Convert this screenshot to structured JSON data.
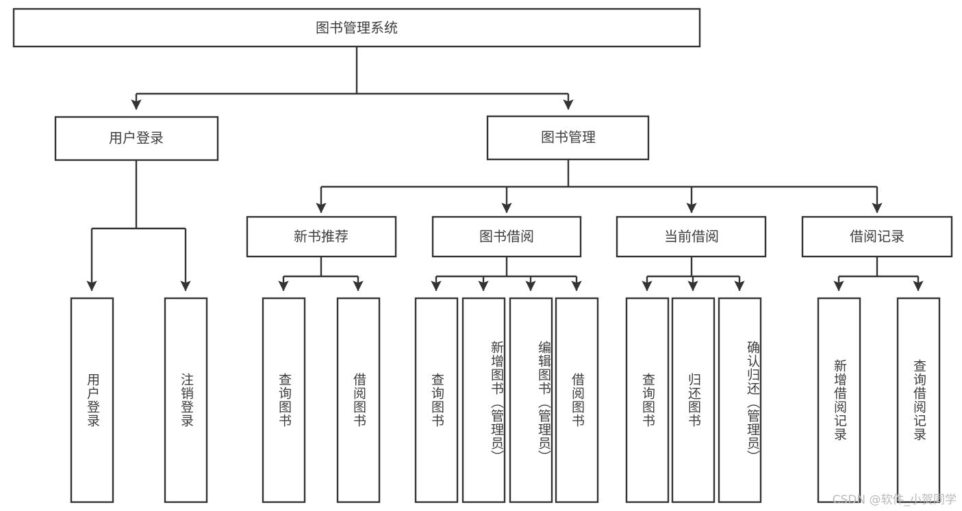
{
  "diagram": {
    "type": "tree-hierarchy",
    "title": "图书管理系统",
    "watermark": "CSDN @软件_小贺同学",
    "colors": {
      "box_stroke": "#333333",
      "box_fill": "#ffffff",
      "text": "#3d3d3d",
      "connector": "#333333",
      "watermark": "#b9b9b9",
      "background": "#ffffff"
    },
    "root": {
      "id": "root",
      "label": "图书管理系统",
      "level": 0
    },
    "level1": [
      {
        "id": "user-login",
        "label": "用户登录",
        "level": 1
      },
      {
        "id": "book-manage",
        "label": "图书管理",
        "level": 1
      }
    ],
    "level2": [
      {
        "id": "new-book-recommend",
        "label": "新书推荐",
        "level": 2,
        "parent": "book-manage"
      },
      {
        "id": "book-borrow",
        "label": "图书借阅",
        "level": 2,
        "parent": "book-manage"
      },
      {
        "id": "current-borrow",
        "label": "当前借阅",
        "level": 2,
        "parent": "book-manage"
      },
      {
        "id": "borrow-record",
        "label": "借阅记录",
        "level": 2,
        "parent": "book-manage"
      }
    ],
    "leaves": [
      {
        "id": "leaf-user-login",
        "label": "用户登录",
        "parent": "user-login"
      },
      {
        "id": "leaf-logout-login",
        "label": "注销登录",
        "parent": "user-login"
      },
      {
        "id": "leaf-query-book-1",
        "label": "查询图书",
        "parent": "new-book-recommend"
      },
      {
        "id": "leaf-borrow-book-1",
        "label": "借阅图书",
        "parent": "new-book-recommend"
      },
      {
        "id": "leaf-query-book-2",
        "label": "查询图书",
        "parent": "book-borrow"
      },
      {
        "id": "leaf-add-book",
        "label": "新增图书（管理员）",
        "parent": "book-borrow"
      },
      {
        "id": "leaf-edit-book",
        "label": "编辑图书（管理员）",
        "parent": "book-borrow"
      },
      {
        "id": "leaf-borrow-book-2",
        "label": "借阅图书",
        "parent": "book-borrow"
      },
      {
        "id": "leaf-query-book-3",
        "label": "查询图书",
        "parent": "current-borrow"
      },
      {
        "id": "leaf-return-book",
        "label": "归还图书",
        "parent": "current-borrow"
      },
      {
        "id": "leaf-confirm-return",
        "label": "确认归还（管理员）",
        "parent": "current-borrow"
      },
      {
        "id": "leaf-add-record",
        "label": "新增借阅记录",
        "parent": "borrow-record"
      },
      {
        "id": "leaf-query-record",
        "label": "查询借阅记录",
        "parent": "borrow-record"
      }
    ]
  }
}
